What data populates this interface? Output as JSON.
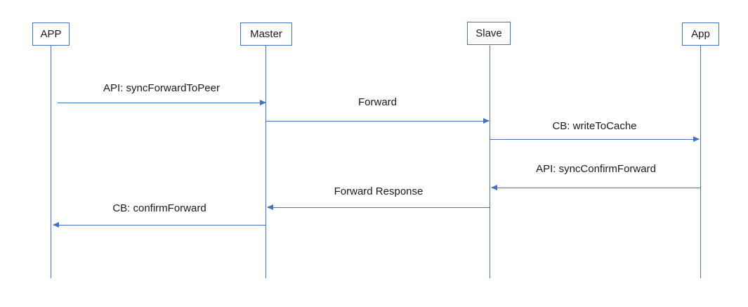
{
  "diagram": {
    "type": "sequence-diagram",
    "accent_color": "#4472C4",
    "text_color": "#1a1a1a",
    "actors": [
      {
        "name": "APP"
      },
      {
        "name": "Master"
      },
      {
        "name": "Slave"
      },
      {
        "name": "App"
      }
    ],
    "messages": [
      {
        "from": "APP",
        "to": "Master",
        "direction": "right",
        "label": "API: syncForwardToPeer"
      },
      {
        "from": "Master",
        "to": "Slave",
        "direction": "right",
        "label": "Forward"
      },
      {
        "from": "Slave",
        "to": "App",
        "direction": "right",
        "label": "CB: writeToCache"
      },
      {
        "from": "App",
        "to": "Slave",
        "direction": "left",
        "label": "API: syncConfirmForward"
      },
      {
        "from": "Slave",
        "to": "Master",
        "direction": "left",
        "label": "Forward Response"
      },
      {
        "from": "Master",
        "to": "APP",
        "direction": "left",
        "label": "CB: confirmForward"
      }
    ]
  }
}
